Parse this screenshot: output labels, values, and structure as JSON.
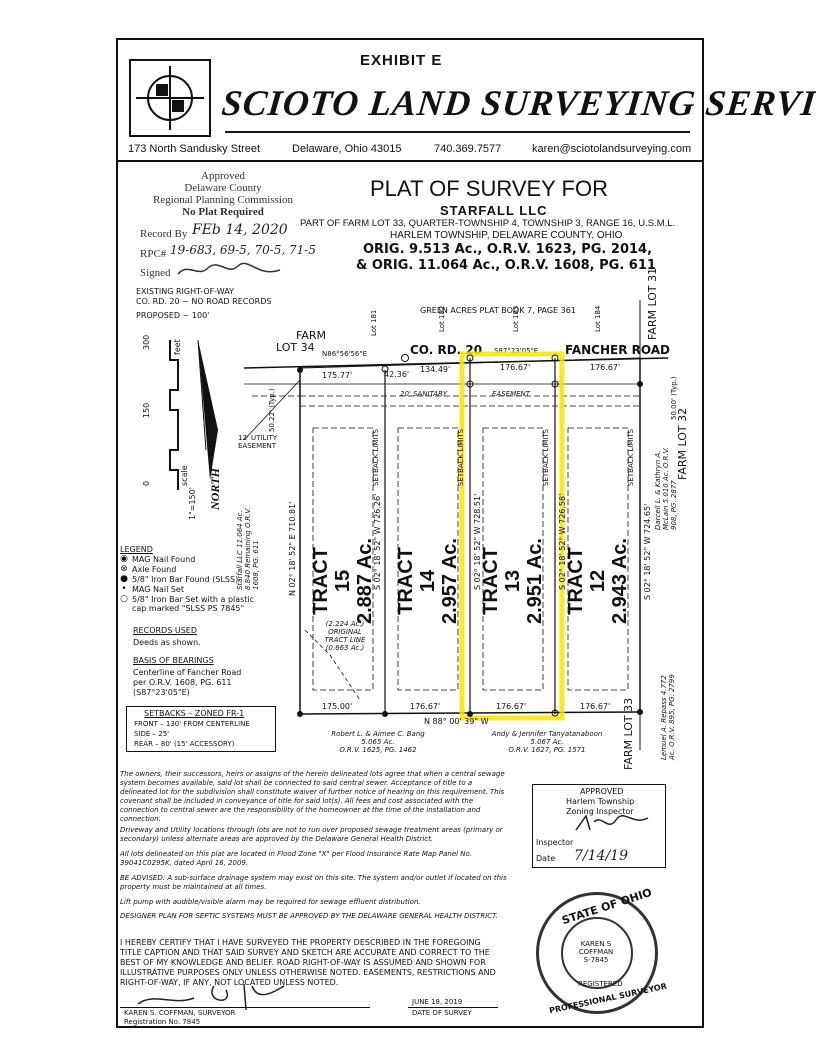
{
  "header": {
    "exhibit": "EXHIBIT E",
    "company": "SCIOTO LAND SURVEYING SERVICE, INC.",
    "address": "173 North Sandusky Street",
    "city": "Delaware, Ohio 43015",
    "phone": "740.369.7577",
    "email": "karen@sciotolandsurveying.com"
  },
  "approval_stamp": {
    "l1": "Approved",
    "l2": "Delaware County",
    "l3": "Regional Planning Commission",
    "l4": "No Plat Required",
    "record_by_label": "Record By",
    "record_by_value": "FEb 14, 2020",
    "rpc_label": "RPC#",
    "rpc_value": "19-683, 69-5, 70-5, 71-5",
    "signed_label": "Signed"
  },
  "title": {
    "main": "PLAT OF SURVEY FOR",
    "owner": "STARFALL LLC",
    "line1": "PART OF FARM LOT 33, QUARTER-TOWNSHIP 4, TOWNSHIP 3, RANGE 16, U.S.M.L.",
    "line2": "HARLEM TOWNSHIP, DELAWARE COUNTY, OHIO",
    "orig1": "ORIG. 9.513 Ac., O.R.V. 1623, PG. 2014,",
    "orig2": "& ORIG. 11.064 Ac., O.R.V. 1608, PG. 611"
  },
  "plat": {
    "row_l1": "EXISTING RIGHT-OF-WAY",
    "row_l2": "CO. RD. 20 ~ NO ROAD RECORDS",
    "proposed": "PROPOSED ~ 100'",
    "green_acres": "GREEN ACRES   PLAT BOOK 7, PAGE 361",
    "lot181": "Lot 181",
    "lot182": "Lot 182",
    "lot183": "Lot 183",
    "lot184": "Lot 184",
    "farm_lot31": "FARM LOT 31",
    "farm": "FARM",
    "lot34": "LOT 34",
    "bearing_w": "N86°56'56\"E",
    "co_rd": "CO. RD. 20",
    "bearing_e": "S87°23'05\"E",
    "fancher": "FANCHER ROAD",
    "d1": "175.77'",
    "d2": "42.36'",
    "d3": "134.49'",
    "d4": "176.67'",
    "d5": "176.67'",
    "sanitary": "20'  SANITARY",
    "easement": "EASEMENT",
    "typ_w": "50.22' (Typ.)",
    "typ_e": "50.00' (Typ.)",
    "utility": "12' UTILITY EASEMENT",
    "scale_300": "300",
    "scale_feet": "feet",
    "scale_150": "150",
    "scale_0": "0",
    "scale_word": "scale",
    "scale_ratio": "1\"=150'",
    "north": "NORTH",
    "tracts": [
      {
        "name": "TRACT 15",
        "area": "2.887 Ac."
      },
      {
        "name": "TRACT 14",
        "area": "2.957 Ac."
      },
      {
        "name": "TRACT 13",
        "area": "2.951 Ac."
      },
      {
        "name": "TRACT 12",
        "area": "2.943 Ac."
      }
    ],
    "setback": "SETBACK LIMITS",
    "b1": "N 02° 18' 52\" E   710.81'",
    "b2": "S 02° 18' 52\" W   726.26'",
    "b3": "S 02° 18' 52\" W   728.51'",
    "b4": "S 02° 18' 52\" W   726.58'",
    "b5": "S 02° 18' 52\" W   724.65'",
    "farm_lot32": "FARM LOT 32",
    "farm_lot33": "FARM LOT 33",
    "starfall_w": "Starfall LLC  11.064 Ac.  8.840 Remaining  O.R.V. 1608, PG. 611",
    "darcell": "Darcell L. &  Kathryn A. McLain  5.010 Ac.  O.R.V. 908, PG. 2877",
    "lemuel": "Lemuel A. Repass  4.772 Ac.  O.R.V. 895, PG. 2799",
    "orig_tract1": "(2.224 Ac.)",
    "orig_tract2": "ORIGINAL",
    "orig_tract3": "TRACT LINE",
    "orig_tract4": "(0.663 Ac.)",
    "s1": "175.00'",
    "s2": "176.67'",
    "s3": "176.67'",
    "s4": "176.67'",
    "south_bearing": "N 88° 00' 39\" W",
    "bang1": "Robert L. & Aimee C. Bang",
    "bang2": "5.065 Ac.",
    "bang3": "O.R.V. 1625, PG. 1462",
    "tany1": "Andy & Jennifer Tanyatanaboon",
    "tany2": "5.067 Ac.",
    "tany3": "O.R.V. 1627, PG. 1571"
  },
  "legend": {
    "title": "LEGEND",
    "items": [
      {
        "icon": "mag-nail-found-icon",
        "glyph": "◉",
        "label": "MAG Nail Found"
      },
      {
        "icon": "axle-found-icon",
        "glyph": "⊗",
        "label": "Axle Found"
      },
      {
        "icon": "iron-bar-found-icon",
        "glyph": "●",
        "label": "5/8\" Iron Bar Found (SLSS)"
      },
      {
        "icon": "mag-nail-set-icon",
        "glyph": "•",
        "label": "MAG Nail Set"
      },
      {
        "icon": "iron-bar-set-icon",
        "glyph": "○",
        "label": "5/8\" Iron Bar Set with a plastic"
      }
    ],
    "cap": "cap marked \"SLSS PS 7845\"",
    "records_title": "RECORDS USED",
    "records": "Deeds as shown.",
    "basis_title": "BASIS OF BEARINGS",
    "basis1": "Centerline of Fancher Road",
    "basis2": "per O.R.V. 1608, PG. 611",
    "basis3": "(S87°23'05\"E)",
    "setbacks_title": "SETBACKS – ZONED FR-1",
    "front": "FRONT – 130' FROM CENTERLINE",
    "side": "SIDE – 25'",
    "rear": "REAR – 80' (15' ACCESSORY)"
  },
  "notes": [
    "The owners, their successors, heirs or assigns of the herein delineated lots agree that when a central sewage system becomes available, said lot shall be connected to said central sewer. Acceptance of title to a delineated lot for the subdivision shall constitute waiver of further notice of hearing on this requirement. This covenant shall be included in conveyance of title for said lot(s). All fees and cost associated with the connection to central sewer are the responsibility of the homeowner at the time of the installation and connection.",
    "Driveway and Utility locations through lots are not to run over proposed sewage treatment areas (primary or secondary) unless alternate areas are approved by the Delaware General Health District.",
    "All lots delineated on this plat are located in Flood Zone \"X\" per Flood Insurance Rate Map Panel No. 39041C0295K, dated April 16, 2009.",
    "BE ADVISED: A sub-surface drainage system may exist on this site. The system and/or outlet if located on this property must be maintained at all times.",
    "Lift pump with audible/visible alarm may be required for sewage effluent distribution.",
    "DESIGNER PLAN FOR SEPTIC SYSTEMS MUST BE APPROVED BY THE DELAWARE GENERAL HEALTH DISTRICT."
  ],
  "township": {
    "approved": "APPROVED",
    "l1": "Harlem Township",
    "l2": "Zoning Inspector",
    "inspector": "Inspector",
    "date_label": "Date",
    "date_value": "7/14/19"
  },
  "certification": "I HEREBY CERTIFY THAT I HAVE SURVEYED THE PROPERTY DESCRIBED IN THE FOREGOING TITLE CAPTION AND THAT SAID SURVEY AND SKETCH ARE ACCURATE AND CORRECT TO THE BEST OF MY KNOWLEDGE AND BELIEF. ROAD RIGHT-OF-WAY IS ASSUMED AND SHOWN FOR ILLUSTRATIVE PURPOSES ONLY UNLESS OTHERWISE NOTED. EASEMENTS, RESTRICTIONS AND RIGHT-OF-WAY, IF ANY, NOT LOCATED UNLESS NOTED.",
  "surveyor": {
    "name": "KAREN S. COFFMAN, SURVEYOR",
    "reg": "Registration No. 7845",
    "date": "JUNE 18, 2019",
    "date_label": "DATE OF SURVEY"
  },
  "seal": {
    "top": "STATE OF OHIO",
    "name1": "KAREN S",
    "name2": "COFFMAN",
    "num": "S-7845",
    "registered": "REGISTERED",
    "bottom": "PROFESSIONAL SURVEYOR"
  },
  "colors": {
    "highlight": "#f2e600",
    "ink": "#111111"
  }
}
